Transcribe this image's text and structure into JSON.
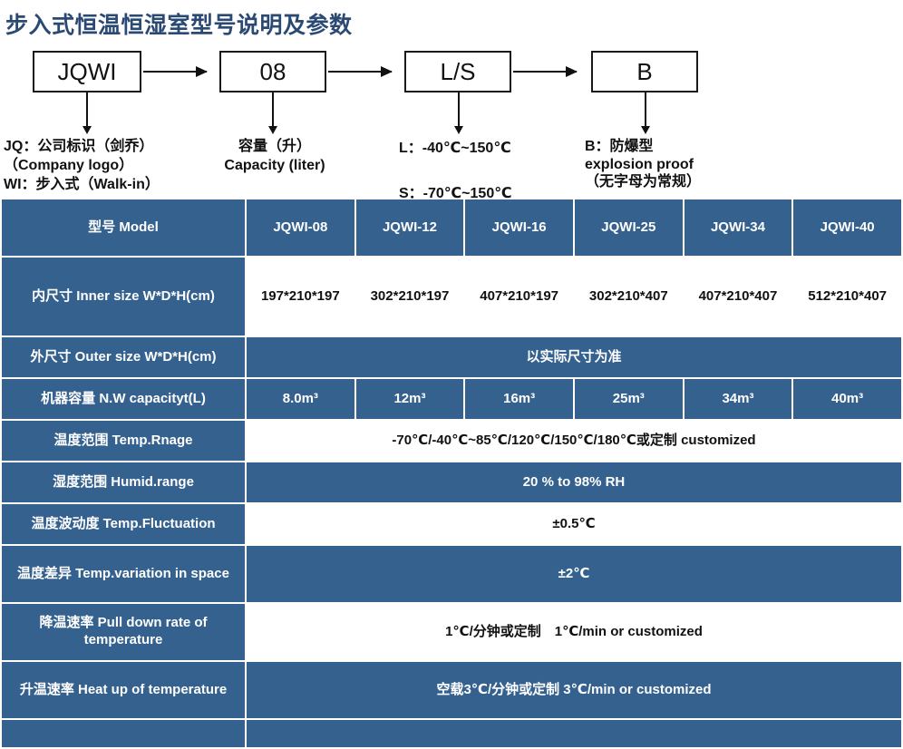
{
  "page": {
    "title": "步入式恒温恒湿室型号说明及参数",
    "title_color": "#2a4a74",
    "table_blue": "#35618f"
  },
  "diagram": {
    "boxes": [
      {
        "label": "JQWI"
      },
      {
        "label": "08"
      },
      {
        "label": "L/S"
      },
      {
        "label": "B"
      }
    ],
    "legends": [
      {
        "text": "JQ：公司标识（剑乔）\n（Company logo）\nWI：步入式（Walk-in）"
      },
      {
        "text": "容量（升）\nCapacity (liter)"
      },
      {
        "text": "L：-40℃~150℃\n\nS：-70℃~150℃"
      },
      {
        "text": "B：防爆型\nexplosion proof\n（无字母为常规）"
      }
    ]
  },
  "table": {
    "model_header_label": "型号 Model",
    "models": [
      "JQWI-08",
      "JQWI-12",
      "JQWI-16",
      "JQWI-25",
      "JQWI-34",
      "JQWI-40"
    ],
    "rows": [
      {
        "label": "内尺寸 Inner size W*D*H(cm)",
        "style": "white",
        "span": false,
        "values": [
          "197*210*197",
          "302*210*197",
          "407*210*197",
          "302*210*407",
          "407*210*407",
          "512*210*407"
        ]
      },
      {
        "label": "外尺寸 Outer size W*D*H(cm)",
        "style": "blue",
        "span": true,
        "value": "以实际尺寸为准"
      },
      {
        "label": "机器容量 N.W capacityt(L)",
        "style": "blue",
        "span": false,
        "values": [
          "8.0m³",
          "12m³",
          "16m³",
          "25m³",
          "34m³",
          "40m³"
        ]
      },
      {
        "label": "温度范围 Temp.Rnage",
        "style": "white",
        "span": true,
        "value": "-70℃/-40℃~85℃/120℃/150℃/180℃或定制 customized"
      },
      {
        "label": "湿度范围 Humid.range",
        "style": "blue",
        "span": true,
        "value": "20 % to 98% RH"
      },
      {
        "label": "温度波动度 Temp.Fluctuation",
        "style": "white",
        "span": true,
        "value": "±0.5℃"
      },
      {
        "label": "温度差异 Temp.variation in space",
        "style": "blue",
        "span": true,
        "value": "±2℃"
      },
      {
        "label": "降温速率 Pull down rate of temperature",
        "style": "white",
        "span": true,
        "value": "1℃/分钟或定制　1℃/min or customized"
      },
      {
        "label": "升温速率 Heat up of temperature",
        "style": "blue",
        "span": true,
        "value": "空载3℃/分钟或定制 3℃/min or customized"
      },
      {
        "label": "",
        "style": "blue",
        "span": true,
        "value": ""
      }
    ]
  }
}
